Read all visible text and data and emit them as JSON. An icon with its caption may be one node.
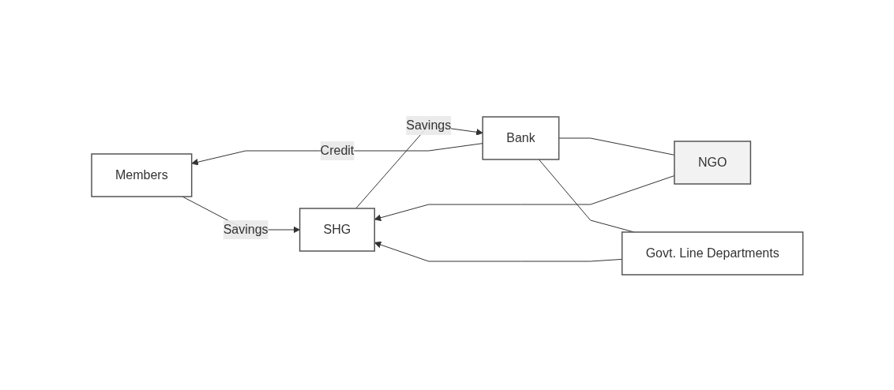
{
  "diagram": {
    "nodes": [
      {
        "text": [
          "Members"
        ]
      },
      {
        "text": [
          "SHG"
        ]
      },
      {
        "text": [
          "Bank"
        ]
      },
      {
        "text": [
          "NGO"
        ]
      },
      {
        "text": [
          "Govt. Line Departments"
        ]
      }
    ],
    "edges": [
      {
        "from": 0,
        "to": 1,
        "arrow": "to",
        "label": "Savings"
      },
      {
        "from": 1,
        "to": 2,
        "arrow": "to",
        "label": "Savings"
      },
      {
        "from": 2,
        "to": 0,
        "arrow": "to",
        "label": "Credit"
      },
      {
        "from": 3,
        "to": 1,
        "arrow": "to"
      },
      {
        "from": 4,
        "to": 1,
        "arrow": "to"
      },
      {
        "from": 2,
        "to": 3,
        "arrow": "none"
      },
      {
        "from": 2,
        "to": 4,
        "arrow": "none"
      }
    ]
  }
}
